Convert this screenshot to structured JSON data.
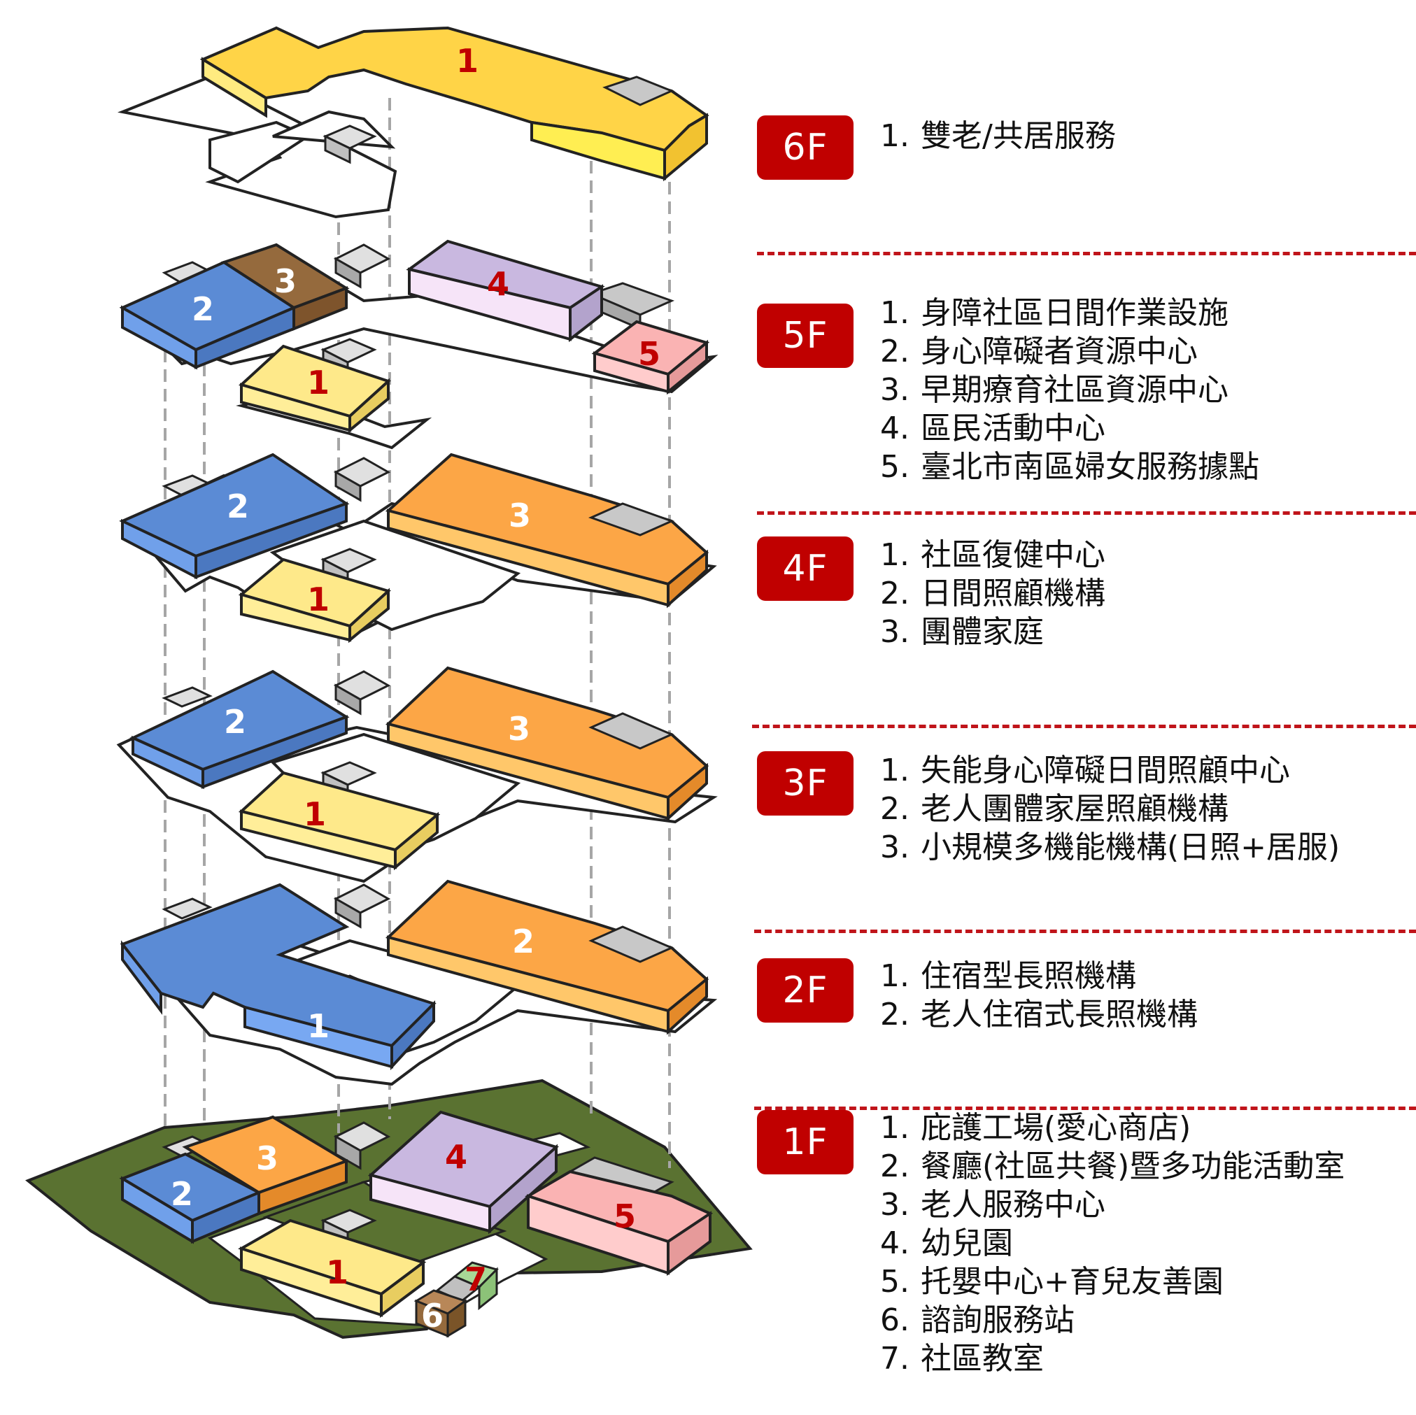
{
  "colors": {
    "yellow_dark": "#ffd447",
    "yellow_light": "#fee98a",
    "blue": "#5b8bd5",
    "orange": "#fca646",
    "purple": "#c9b8e0",
    "pink": "#fab3b3",
    "brown": "#956a3d",
    "green_site": "#5a7231",
    "light_green": "#a8d896",
    "core_grey": "#c9c9c9",
    "accent_red": "#c00000"
  },
  "floors": [
    {
      "id": "6F",
      "label": "6F",
      "items": [
        {
          "num": "1.",
          "text": "雙老/共居服務"
        }
      ],
      "blocks": [
        {
          "label": "1",
          "color": "yellow_dark",
          "label_color": "#c00000"
        }
      ]
    },
    {
      "id": "5F",
      "label": "5F",
      "items": [
        {
          "num": "1.",
          "text": "身障社區日間作業設施"
        },
        {
          "num": "2.",
          "text": "身心障礙者資源中心"
        },
        {
          "num": "3.",
          "text": "早期療育社區資源中心"
        },
        {
          "num": "4.",
          "text": "區民活動中心"
        },
        {
          "num": "5.",
          "text": "臺北市南區婦女服務據點"
        }
      ],
      "blocks": [
        {
          "label": "1",
          "color": "yellow_light",
          "label_color": "#c00000"
        },
        {
          "label": "2",
          "color": "blue",
          "label_color": "#ffffff"
        },
        {
          "label": "3",
          "color": "brown",
          "label_color": "#ffffff"
        },
        {
          "label": "4",
          "color": "purple",
          "label_color": "#c00000"
        },
        {
          "label": "5",
          "color": "pink",
          "label_color": "#c00000"
        }
      ]
    },
    {
      "id": "4F",
      "label": "4F",
      "items": [
        {
          "num": "1.",
          "text": "社區復健中心"
        },
        {
          "num": "2.",
          "text": "日間照顧機構"
        },
        {
          "num": "3.",
          "text": "團體家庭"
        }
      ],
      "blocks": [
        {
          "label": "1",
          "color": "yellow_light",
          "label_color": "#c00000"
        },
        {
          "label": "2",
          "color": "blue",
          "label_color": "#ffffff"
        },
        {
          "label": "3",
          "color": "orange",
          "label_color": "#ffffff"
        }
      ]
    },
    {
      "id": "3F",
      "label": "3F",
      "items": [
        {
          "num": "1.",
          "text": "失能身心障礙日間照顧中心"
        },
        {
          "num": "2.",
          "text": "老人團體家屋照顧機構"
        },
        {
          "num": "3.",
          "text": "小規模多機能機構(日照+居服)"
        }
      ],
      "blocks": [
        {
          "label": "1",
          "color": "yellow_light",
          "label_color": "#c00000"
        },
        {
          "label": "2",
          "color": "blue",
          "label_color": "#ffffff"
        },
        {
          "label": "3",
          "color": "orange",
          "label_color": "#ffffff"
        }
      ]
    },
    {
      "id": "2F",
      "label": "2F",
      "items": [
        {
          "num": "1.",
          "text": "住宿型長照機構"
        },
        {
          "num": "2.",
          "text": "老人住宿式長照機構"
        }
      ],
      "blocks": [
        {
          "label": "1",
          "color": "blue",
          "label_color": "#ffffff"
        },
        {
          "label": "2",
          "color": "orange",
          "label_color": "#ffffff"
        }
      ]
    },
    {
      "id": "1F",
      "label": "1F",
      "items": [
        {
          "num": "1.",
          "text": "庇護工場(愛心商店)"
        },
        {
          "num": "2.",
          "text": "餐廳(社區共餐)暨多功能活動室"
        },
        {
          "num": "3.",
          "text": "老人服務中心"
        },
        {
          "num": "4.",
          "text": "幼兒園"
        },
        {
          "num": "5.",
          "text": "托嬰中心+育兒友善園"
        },
        {
          "num": "6.",
          "text": "諮詢服務站"
        },
        {
          "num": "7.",
          "text": "社區教室"
        }
      ],
      "blocks": [
        {
          "label": "1",
          "color": "yellow_light",
          "label_color": "#c00000"
        },
        {
          "label": "2",
          "color": "blue",
          "label_color": "#ffffff"
        },
        {
          "label": "3",
          "color": "orange",
          "label_color": "#ffffff"
        },
        {
          "label": "4",
          "color": "purple",
          "label_color": "#c00000"
        },
        {
          "label": "5",
          "color": "pink",
          "label_color": "#c00000"
        },
        {
          "label": "6",
          "color": "brown",
          "label_color": "#ffffff"
        },
        {
          "label": "7",
          "color": "light_green",
          "label_color": "#c00000"
        }
      ]
    }
  ]
}
